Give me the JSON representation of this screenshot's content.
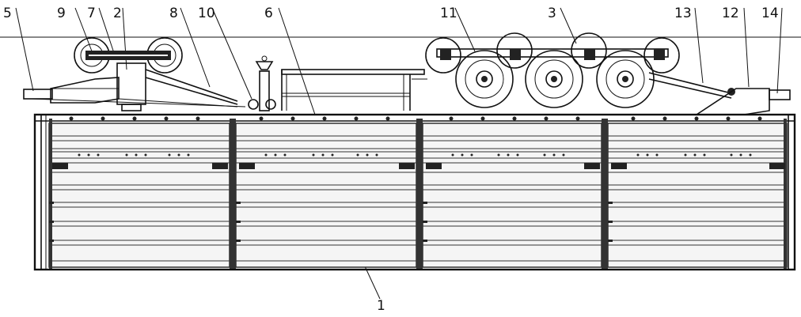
{
  "labels": {
    "l1": "1",
    "l2": "2",
    "l3": "3",
    "l5": "5",
    "l6": "6",
    "l7": "7",
    "l8": "8",
    "l9": "9",
    "l10": "10",
    "l11": "11",
    "l12": "12",
    "l13": "13",
    "l14": "14"
  },
  "colors": {
    "line": "#111111",
    "panel": "#f5f5f5",
    "background": "#ffffff"
  }
}
